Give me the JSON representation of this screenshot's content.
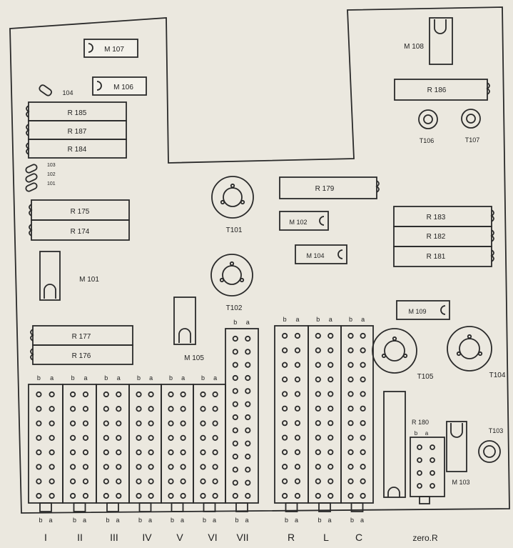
{
  "colors": {
    "paper": "#ebe8df",
    "ink": "#2a2a2a",
    "pale": "#f3f1ea"
  },
  "ics": {
    "m107": "M 107",
    "m106": "M 106",
    "m108": "M 108",
    "m102": "M 102",
    "m104": "M 104",
    "m109": "M 109",
    "m101": "M 101",
    "m105": "M 105",
    "m103": "M 103"
  },
  "resistors": {
    "r185": "R 185",
    "r187": "R 187",
    "r184": "R 184",
    "r175": "R 175",
    "r174": "R 174",
    "r177": "R 177",
    "r176": "R 176",
    "r179": "R 179",
    "r186": "R 186",
    "r183": "R 183",
    "r182": "R 182",
    "r181": "R 181",
    "r180": "R 180"
  },
  "small_parts": {
    "d104": "104",
    "d103": "103",
    "d102": "102",
    "d101": "101"
  },
  "transistors": {
    "t101": "T101",
    "t102": "T102",
    "t105": "T105",
    "t104": "T104",
    "t103": "T103",
    "t106": "T106",
    "t107": "T107"
  },
  "pin_labels": {
    "b": "b",
    "a": "a"
  },
  "channels": [
    "I",
    "II",
    "III",
    "IV",
    "V",
    "VI",
    "VII"
  ],
  "outputs": [
    "R",
    "L",
    "C"
  ],
  "zero_label": "zero.R"
}
